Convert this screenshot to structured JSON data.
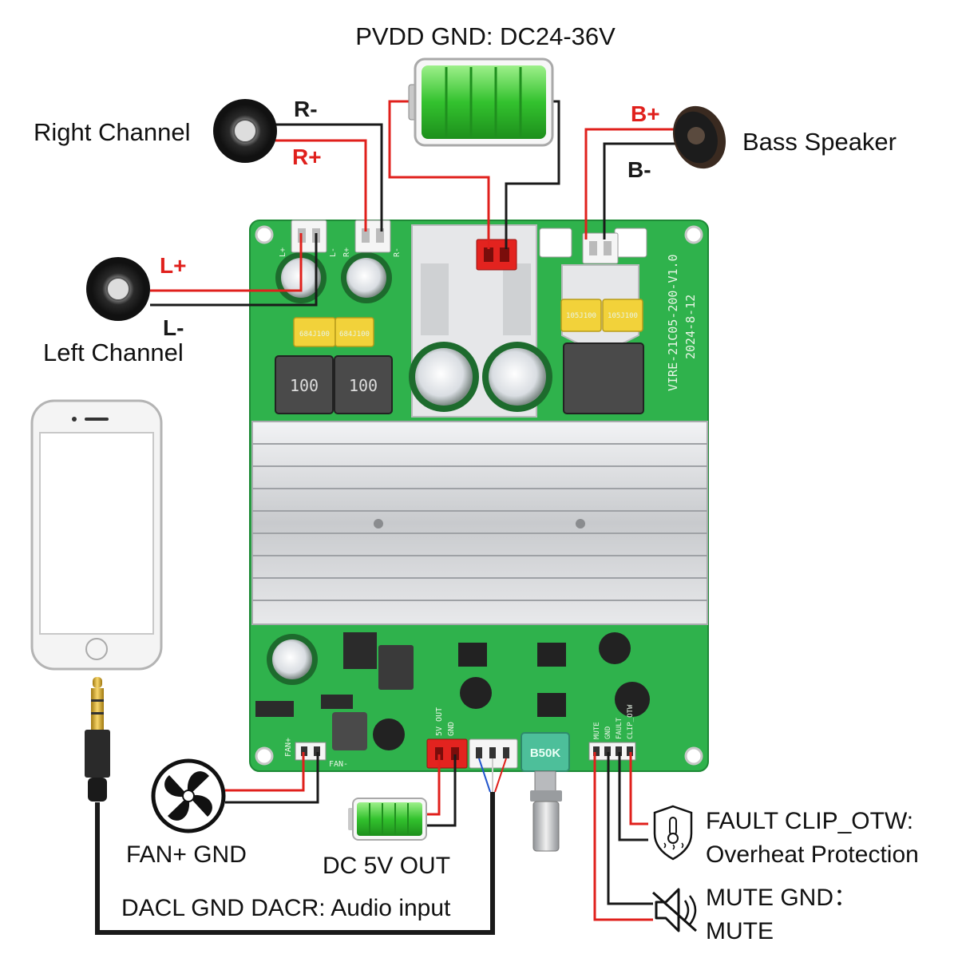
{
  "labels": {
    "power_input": "PVDD GND: DC24-36V",
    "right_channel": "Right Channel",
    "left_channel": "Left Channel",
    "bass_speaker": "Bass Speaker",
    "fan": "FAN+ GND",
    "dc_out": "DC 5V OUT",
    "audio_input": "DACL GND DACR:  Audio input",
    "fault_line1": "FAULT CLIP_OTW:",
    "fault_line2": "Overheat Protection",
    "mute_line1": "MUTE GND：",
    "mute_line2": "MUTE"
  },
  "wire_tags": {
    "r_minus": "R-",
    "r_plus": "R+",
    "l_plus": "L+",
    "l_minus": "L-",
    "b_plus": "B+",
    "b_minus": "B-"
  },
  "board": {
    "model": "VIRE-21C05-200-V1.0",
    "date": "2024-8-12",
    "inductor_1": "100",
    "inductor_2": "100",
    "potentiometer": "B50K",
    "cap_label_a": "684J100",
    "cap_label_b": "684J100",
    "cap_label_c": "105J100",
    "cap_label_d": "105J100",
    "pin_l_plus": "L+",
    "pin_l_minus": "L-",
    "pin_r_plus": "R+",
    "pin_r_minus": "R-",
    "pin_fan_plus": "FAN+",
    "pin_fan_minus": "FAN-",
    "pin_5v_out": "5V OUT",
    "pin_gnd": "GND",
    "pin_mute": "MUTE",
    "pin_gnd2": "GND",
    "pin_fault": "FAULT",
    "pin_clip": "CLIP_OTW"
  },
  "colors": {
    "wire_red": "#e0201c",
    "wire_black": "#1a1a1a",
    "tag_red": "#e0201c",
    "pcb_green": "#2fb24c",
    "heatsink": "#d2d4d8",
    "battery_green": "#3cc83a",
    "pot_teal": "#4dbf9a"
  },
  "icons": [
    "battery-icon",
    "speaker-icon",
    "bass-speaker-icon",
    "phone-icon",
    "audio-jack-icon",
    "fan-icon",
    "thermometer-shield-icon",
    "mute-icon",
    "potentiometer-icon"
  ]
}
